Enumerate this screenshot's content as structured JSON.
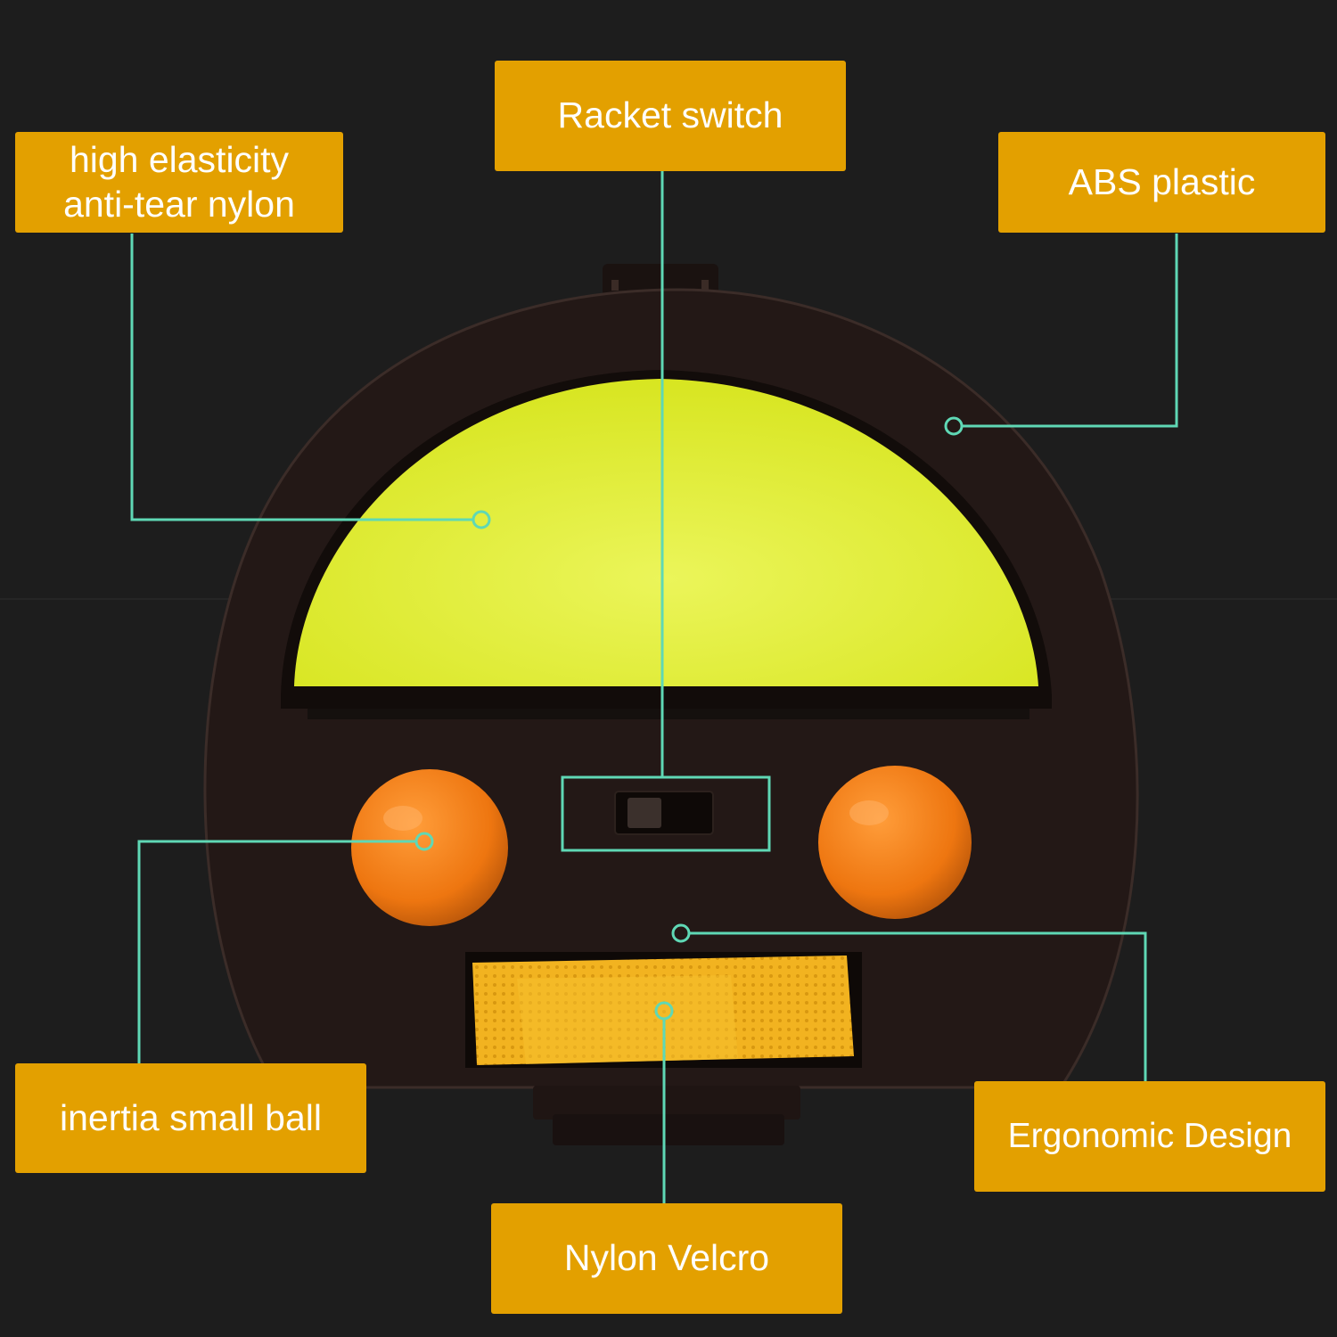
{
  "labels": {
    "elastic": {
      "line1": "high elasticity",
      "line2": "anti-tear nylon"
    },
    "switch": "Racket switch",
    "abs": "ABS plastic",
    "ball": "inertia small ball",
    "ergonomic": "Ergonomic Design",
    "velcro": "Nylon Velcro"
  },
  "colors": {
    "background": "#1d1d1d",
    "label_fill": "#e3a000",
    "label_text": "#ffffff",
    "leader_line": "#5fd8b5",
    "racket_frame": "#231816",
    "racket_face": "#e2f02a",
    "ball": "#f07f14",
    "velcro": "#f2b320"
  },
  "icons": {
    "switch": "slide-switch-icon",
    "ball": "orange-ball-icon",
    "strap": "velcro-strap-icon"
  }
}
